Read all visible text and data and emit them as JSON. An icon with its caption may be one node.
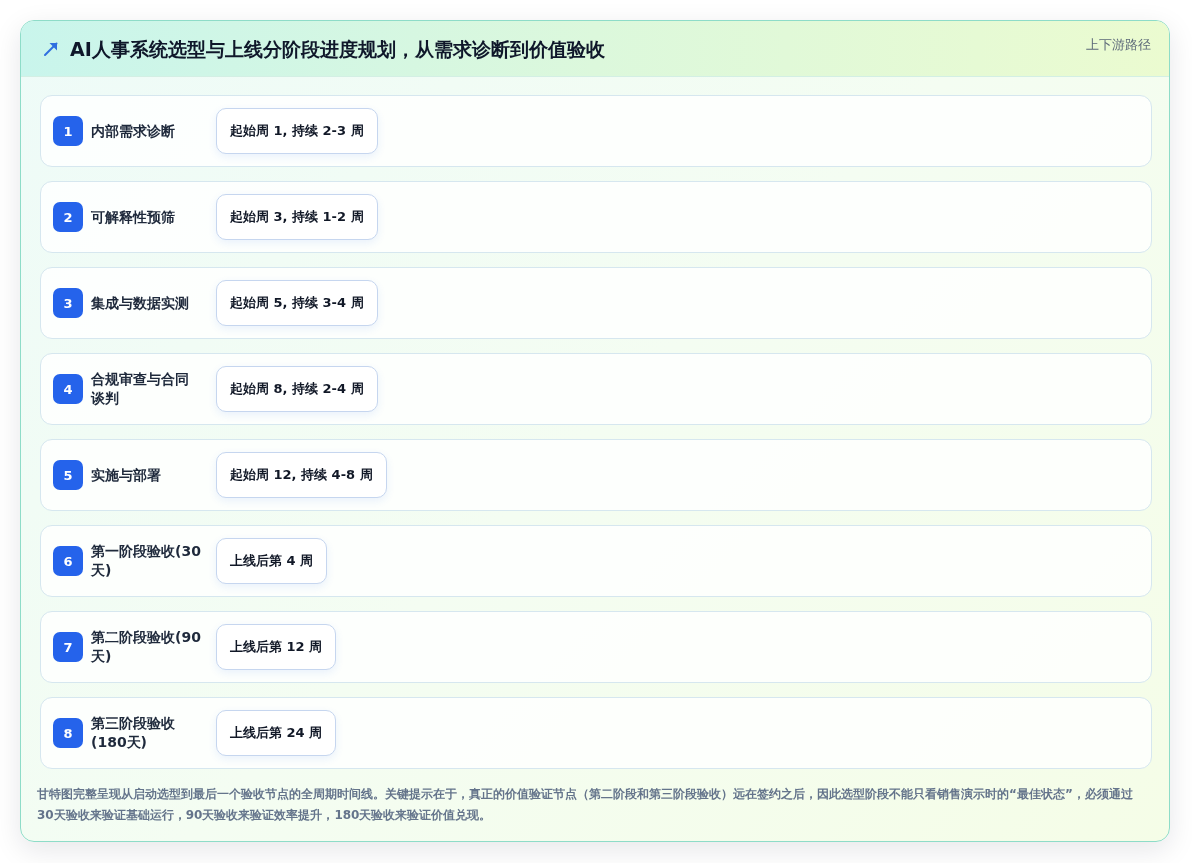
{
  "diagram": {
    "title": "AI人事系统选型与上线分阶段进度规划，从需求诊断到价值验收",
    "caption": "甘特图完整呈现从启动选型到最后一个验收节点的全周期时间线。关键提示在于，真正的价值验证节点（第二阶段和第三阶段验收）远在签约之后，因此选型阶段不能只看销售演示时的“最佳状态”，必须通过30天验收来验证基础运行，90天验收来验证效率提升，180天验收来验证价值兑现。",
    "nodes": [
      {
        "text": [
          "内部需求诊断"
        ]
      },
      {
        "text": [
          "1"
        ],
        "in": 0
      },
      {
        "text": [
          "起始周 1, 持续 2-3 周"
        ],
        "in": 0
      },
      {
        "text": [
          "可解释性预筛"
        ]
      },
      {
        "text": [
          "2"
        ],
        "in": 3
      },
      {
        "text": [
          "起始周 3, 持续 1-2 周"
        ],
        "in": 3
      },
      {
        "text": [
          "集成与数据实测"
        ]
      },
      {
        "text": [
          "3"
        ],
        "in": 6
      },
      {
        "text": [
          "起始周 5, 持续 3-4 周"
        ],
        "in": 6
      },
      {
        "text": [
          "合规审查与合同谈判"
        ]
      },
      {
        "text": [
          "4"
        ],
        "in": 9
      },
      {
        "text": [
          "起始周 8, 持续 2-4 周"
        ],
        "in": 9
      },
      {
        "text": [
          "实施与部署"
        ]
      },
      {
        "text": [
          "5"
        ],
        "in": 12
      },
      {
        "text": [
          "起始周 12, 持续 4-8 周"
        ],
        "in": 12
      },
      {
        "text": [
          "第一阶段验收(30天)"
        ]
      },
      {
        "text": [
          "6"
        ],
        "in": 15
      },
      {
        "text": [
          "上线后第 4 周"
        ],
        "in": 15
      },
      {
        "text": [
          "第二阶段验收(90天)"
        ]
      },
      {
        "text": [
          "7"
        ],
        "in": 18
      },
      {
        "text": [
          "上线后第 12 周"
        ],
        "in": 18
      },
      {
        "text": [
          "第三阶段验收(180天)"
        ]
      },
      {
        "text": [
          "8"
        ],
        "in": 21
      },
      {
        "text": [
          "上线后第 24 周"
        ],
        "in": 21
      }
    ],
    "labels": [
      "上下游路径"
    ]
  }
}
